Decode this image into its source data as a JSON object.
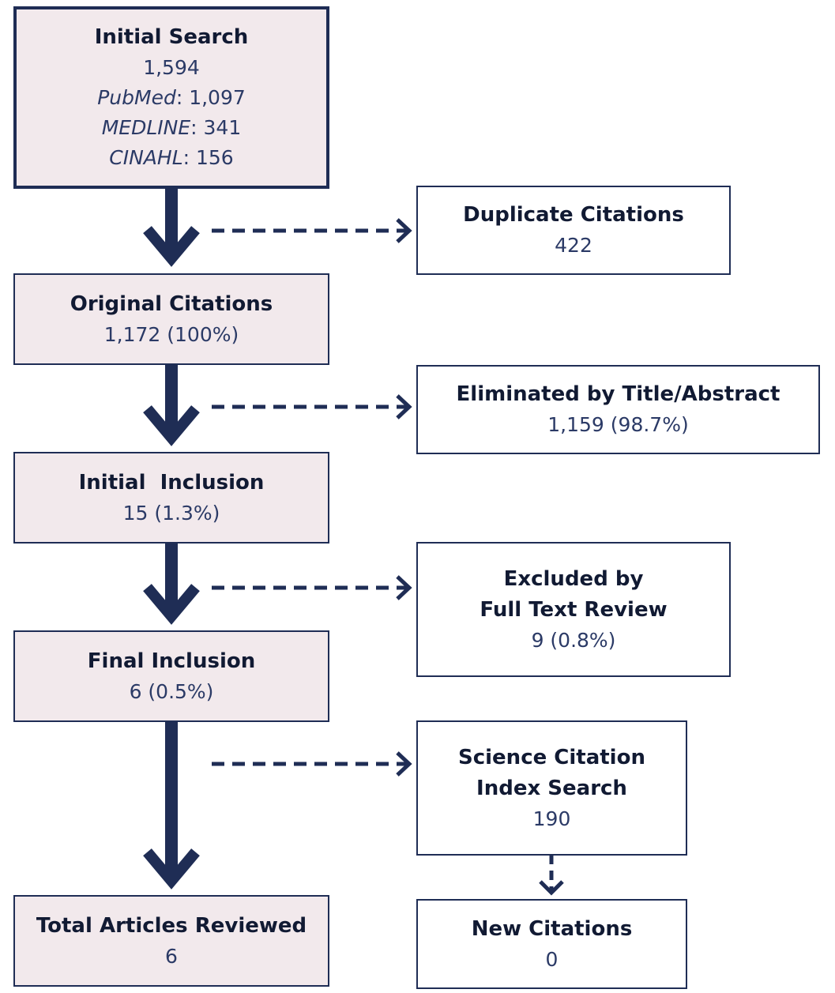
{
  "colors": {
    "navy": "#1f2d55",
    "left_fill": "#f2e9ec",
    "right_fill": "#ffffff"
  },
  "main": {
    "initial_search": {
      "title": "Initial Search",
      "total": "1,594",
      "sources": [
        {
          "name": "PubMed",
          "count": ": 1,097"
        },
        {
          "name": "MEDLINE",
          "count": ": 341"
        },
        {
          "name": "CINAHL",
          "count": ": 156"
        }
      ]
    },
    "original_citations": {
      "title": "Original Citations",
      "value": "1,172 (100%)"
    },
    "initial_inclusion": {
      "title": "Initial  Inclusion",
      "value": "15 (1.3%)"
    },
    "final_inclusion": {
      "title": "Final Inclusion",
      "value": "6 (0.5%)"
    },
    "total_reviewed": {
      "title": "Total Articles Reviewed",
      "value": "6"
    }
  },
  "side": {
    "duplicates": {
      "title": "Duplicate Citations",
      "value": "422"
    },
    "eliminated": {
      "title": "Eliminated by Title/Abstract",
      "value": "1,159 (98.7%)"
    },
    "excluded": {
      "title_line1": "Excluded by",
      "title_line2": "Full Text Review",
      "value": "9 (0.8%)"
    },
    "sci_index": {
      "title_line1": "Science Citation",
      "title_line2": "Index Search",
      "value": "190"
    },
    "new_citations": {
      "title": "New Citations",
      "value": "0"
    }
  }
}
